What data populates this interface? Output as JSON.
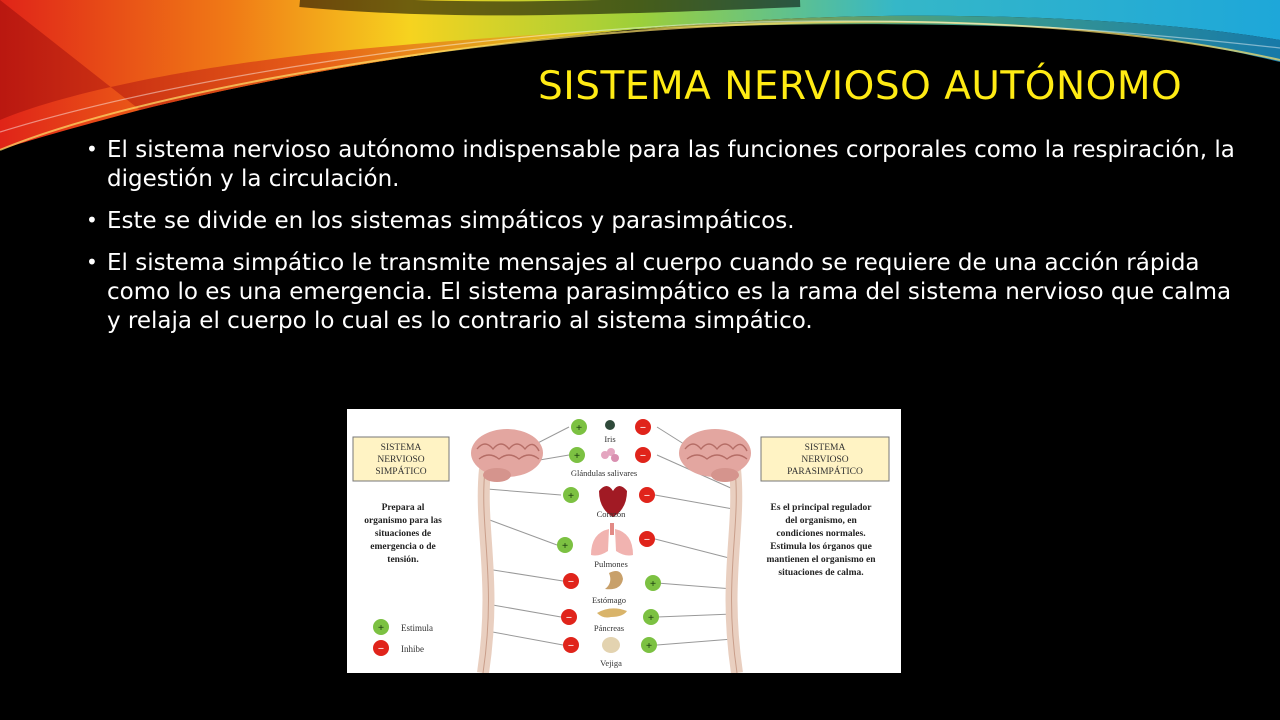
{
  "slide": {
    "title": "SISTEMA NERVIOSO AUTÓNOMO",
    "bullets": [
      "El sistema nervioso autónomo indispensable para las funciones corporales como la respiración, la digestión y la circulación.",
      "Este se divide en los sistemas simpáticos y parasimpáticos.",
      "El sistema simpático le transmite mensajes al cuerpo cuando se requiere de una acción rápida como lo es una emergencia. El sistema parasimpático es la rama del sistema nervioso que calma y relaja el cuerpo lo cual es lo contrario al sistema simpático."
    ]
  },
  "diagram": {
    "left_box": [
      "SISTEMA",
      "NERVIOSO",
      "SIMPÁTICO"
    ],
    "right_box": [
      "SISTEMA",
      "NERVIOSO",
      "PARASIMPÁTICO"
    ],
    "left_desc": [
      "Prepara al",
      "organismo para las",
      "situaciones de",
      "emergencia o de",
      "tensión."
    ],
    "right_desc": [
      "Es el principal regulador",
      "del organismo, en",
      "condiciones normales.",
      "Estimula los órganos que",
      "mantienen el organismo en",
      "situaciones de calma."
    ],
    "organs": [
      "Iris",
      "Glándulas salivares",
      "Corazón",
      "Pulmones",
      "Estómago",
      "Páncreas",
      "Vejiga"
    ],
    "legend": {
      "stimulate": "Estimula",
      "inhibit": "Inhibe",
      "plus": "+",
      "minus": "−"
    },
    "colors": {
      "stimulate": "#7cc142",
      "inhibit": "#e0241b",
      "box": "#fff3c4"
    }
  }
}
